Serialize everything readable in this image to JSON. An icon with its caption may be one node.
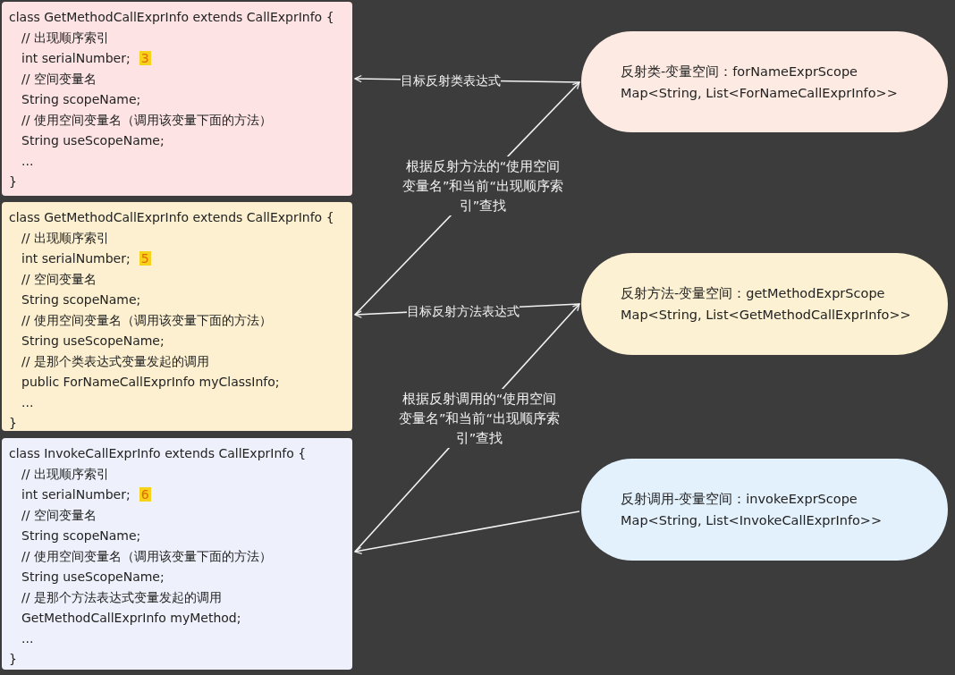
{
  "diagram": {
    "nodes": [
      {
        "text": [
          "class GetMethodCallExprInfo extends CallExprInfo {",
          "// 出现顺序索引",
          "int serialNumber;",
          "3",
          "// 空间变量名",
          "String scopeName;",
          "// 使用空间变量名（调用该变量下面的方法）",
          "String useScopeName;",
          "...",
          "}"
        ]
      },
      {
        "text": [
          "class GetMethodCallExprInfo extends CallExprInfo {",
          "// 出现顺序索引",
          "int serialNumber;",
          "5",
          "// 空间变量名",
          "String scopeName;",
          "// 使用空间变量名（调用该变量下面的方法）",
          "String useScopeName;",
          "// 是那个类表达式变量发起的调用",
          "public ForNameCallExprInfo myClassInfo;",
          "...",
          "}"
        ]
      },
      {
        "text": [
          "class InvokeCallExprInfo extends CallExprInfo {",
          "// 出现顺序索引",
          "int serialNumber;",
          "6",
          "// 空间变量名",
          "String scopeName;",
          "// 使用空间变量名（调用该变量下面的方法）",
          "String useScopeName;",
          "// 是那个方法表达式变量发起的调用",
          "GetMethodCallExprInfo myMethod;",
          "...",
          "}"
        ]
      },
      {
        "text": [
          "反射类-变量空间：forNameExprScope",
          "Map<String, List<ForNameCallExprInfo>>"
        ]
      },
      {
        "text": [
          "反射方法-变量空间：getMethodExprScope",
          "Map<String, List<GetMethodCallExprInfo>>"
        ]
      },
      {
        "text": [
          "反射调用-变量空间：invokeExprScope",
          "Map<String, List<InvokeCallExprInfo>>"
        ]
      }
    ],
    "edges": [
      {
        "from": 3,
        "to": 0,
        "arrow": "to",
        "label": "目标反射类表达式"
      },
      {
        "from": 1,
        "to": 3,
        "arrow": "to",
        "label": "根据反射方法的“使用空间变量名”和当前“出现顺序索引”查找"
      },
      {
        "from": 4,
        "to": 1,
        "arrow": "to",
        "label": "目标反射方法表达式"
      },
      {
        "from": 2,
        "to": 4,
        "arrow": "to",
        "label": "根据反射调用的“使用空间变量名”和当前“出现顺序索引”查找"
      },
      {
        "from": 5,
        "to": 2,
        "arrow": "to"
      }
    ]
  }
}
